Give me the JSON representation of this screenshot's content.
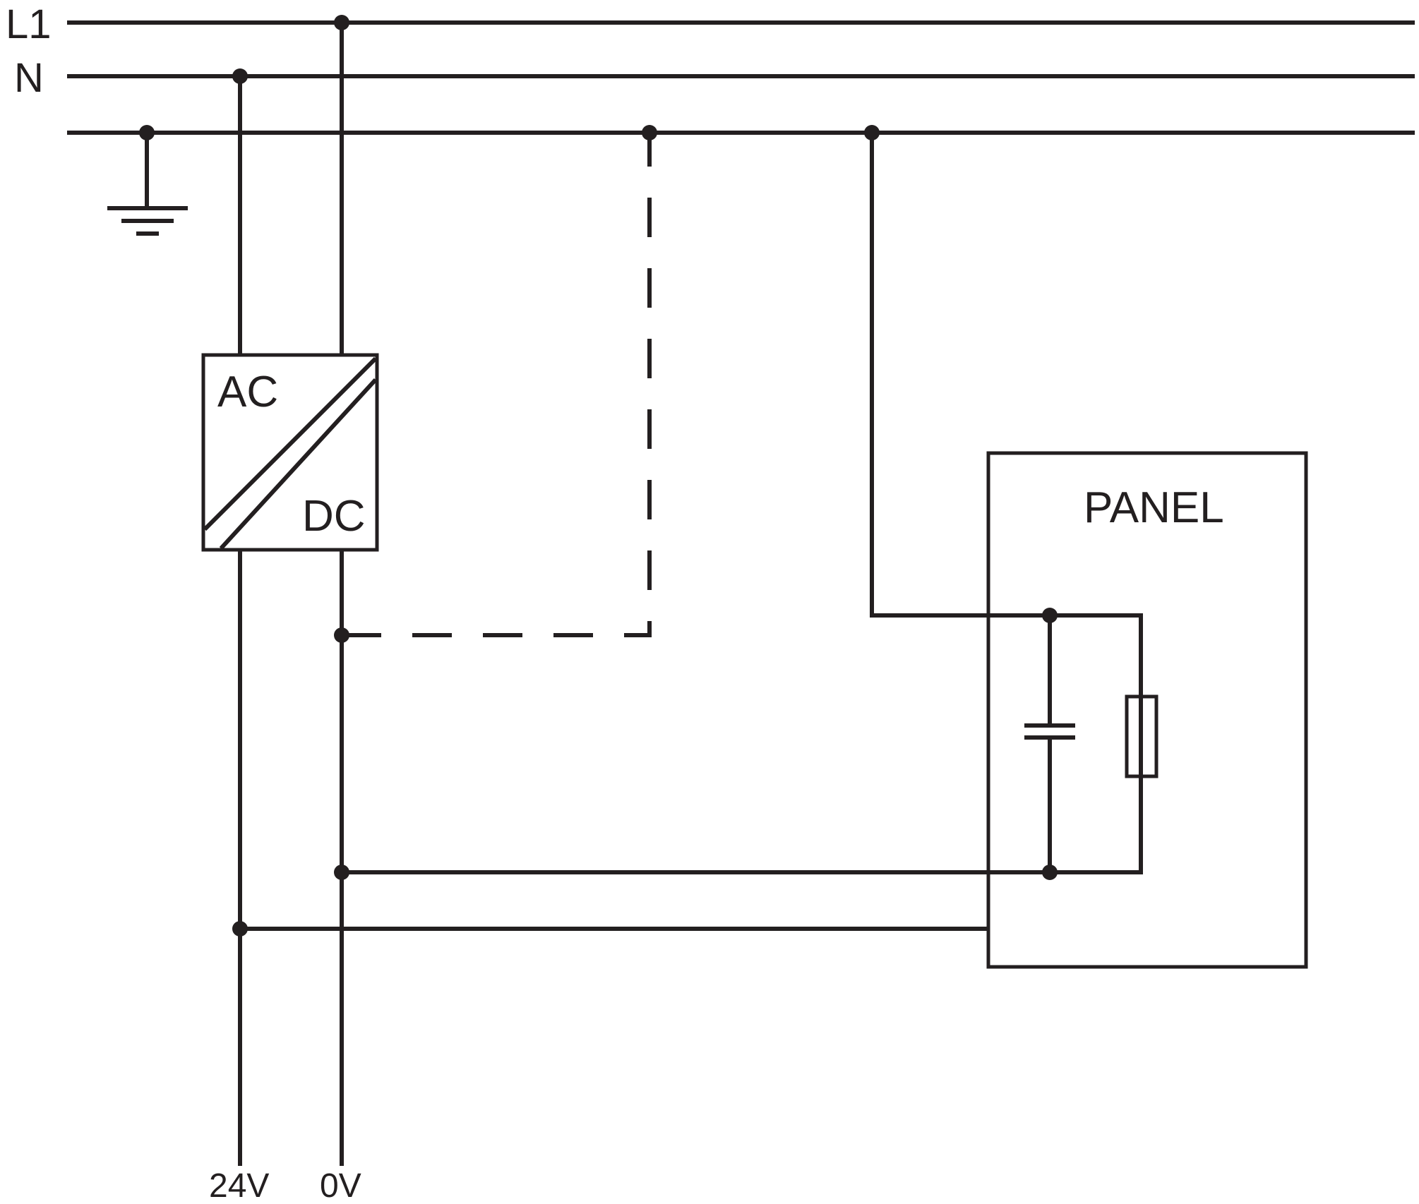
{
  "rails": {
    "l1_label": "L1",
    "n_label": "N"
  },
  "converter": {
    "ac_label": "AC",
    "dc_label": "DC"
  },
  "panel": {
    "label": "PANEL"
  },
  "outputs": {
    "v24_label": "24V",
    "v0_label": "0V"
  },
  "colors": {
    "line": "#231f20",
    "background": "#ffffff"
  }
}
